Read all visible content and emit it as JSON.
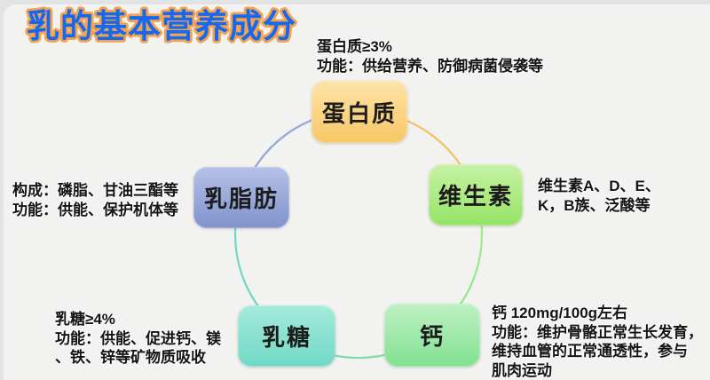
{
  "slide": {
    "title": "乳的基本营养成分",
    "title_colors": {
      "fill": "#1668ef",
      "outline": "#f3a24f"
    },
    "background": "#f2f2f1"
  },
  "diagram": {
    "type": "cycle",
    "nodes": {
      "protein": {
        "label": "蛋白质",
        "color": "#f8c766"
      },
      "vitamin": {
        "label": "维生素",
        "color": "#94e364"
      },
      "calcium": {
        "label": "钙",
        "color": "#82e193"
      },
      "lactose": {
        "label": "乳糖",
        "color": "#70d8c5"
      },
      "milkfat": {
        "label": "乳脂肪",
        "color": "#8192cc"
      }
    },
    "arc_colors": {
      "protein_to_vitamin": "#f3c35e",
      "vitamin_to_calcium": "#9de87c",
      "calcium_to_lactose": "#7bdda9",
      "lactose_to_milkfat": "#6fd7c5",
      "milkfat_to_protein": "#96a4da"
    }
  },
  "notes": {
    "protein": {
      "lines": [
        "蛋白质≥3%",
        "功能：供给营养、防御病菌侵袭等"
      ]
    },
    "vitamin": {
      "lines": [
        "维生素A、D、E、",
        "K，B族、泛酸等"
      ]
    },
    "calcium": {
      "lines": [
        "钙 120mg/100g左右",
        "功能：维护骨骼正常生长发育，",
        "维持血管的正常通透性，参与",
        "肌肉运动"
      ]
    },
    "lactose": {
      "lines": [
        "乳糖≥4%",
        "功能：供能、促进钙、镁",
        "、铁、锌等矿物质吸收"
      ]
    },
    "milkfat": {
      "lines": [
        "构成：磷脂、甘油三酯等",
        "功能：供能、保护机体等"
      ]
    }
  }
}
